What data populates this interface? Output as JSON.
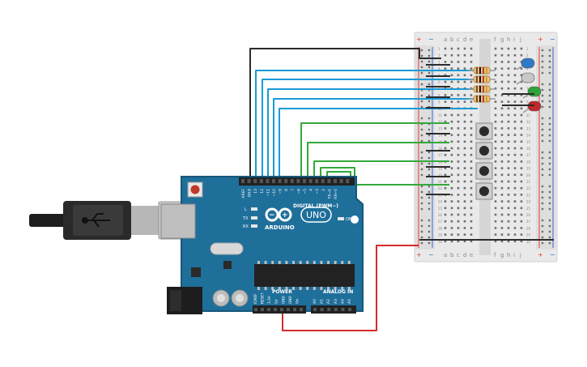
{
  "breadboard": {
    "rail_plus": "+",
    "rail_minus": "−",
    "col_left": [
      "a",
      "b",
      "c",
      "d",
      "e"
    ],
    "col_right": [
      "f",
      "g",
      "h",
      "i",
      "j"
    ],
    "rows": 30
  },
  "arduino": {
    "brand": "ARDUINO",
    "model": "UNO",
    "digital_label": "DIGITAL (PWM~)",
    "power_label": "POWER",
    "analog_label": "ANALOG IN",
    "tx_label": "TX",
    "rx_label": "RX",
    "l_label": "L",
    "on_label": "ON",
    "top_pins": [
      "AREF",
      "GND",
      "13",
      "12",
      "~11",
      "~10",
      "~9",
      "8",
      "7",
      "~6",
      "~5",
      "4",
      "~3",
      "2",
      "TX→1",
      "RX←0"
    ],
    "power_pins": [
      "IOREF",
      "RESET",
      "3.3V",
      "5V",
      "GND",
      "GND",
      "Vin"
    ],
    "analog_pins": [
      "A0",
      "A1",
      "A2",
      "A3",
      "A4",
      "A5"
    ]
  },
  "components": {
    "leds": [
      {
        "name": "blue-led",
        "color": "#2f79c9"
      },
      {
        "name": "white-led",
        "color": "#c8c8c8"
      },
      {
        "name": "green-led",
        "color": "#2fa33a"
      },
      {
        "name": "red-led",
        "color": "#c0282a"
      }
    ],
    "resistor_count": 4,
    "button_count": 4
  },
  "colors": {
    "board": "#1f6f9b",
    "board_edge": "#16577a",
    "wire_blue": "#1a9ad6",
    "wire_green": "#34a83a",
    "wire_black": "#2b2b2b",
    "wire_red": "#d52b2b",
    "rail_red": "#e53935",
    "rail_blue": "#2a6fd6"
  }
}
